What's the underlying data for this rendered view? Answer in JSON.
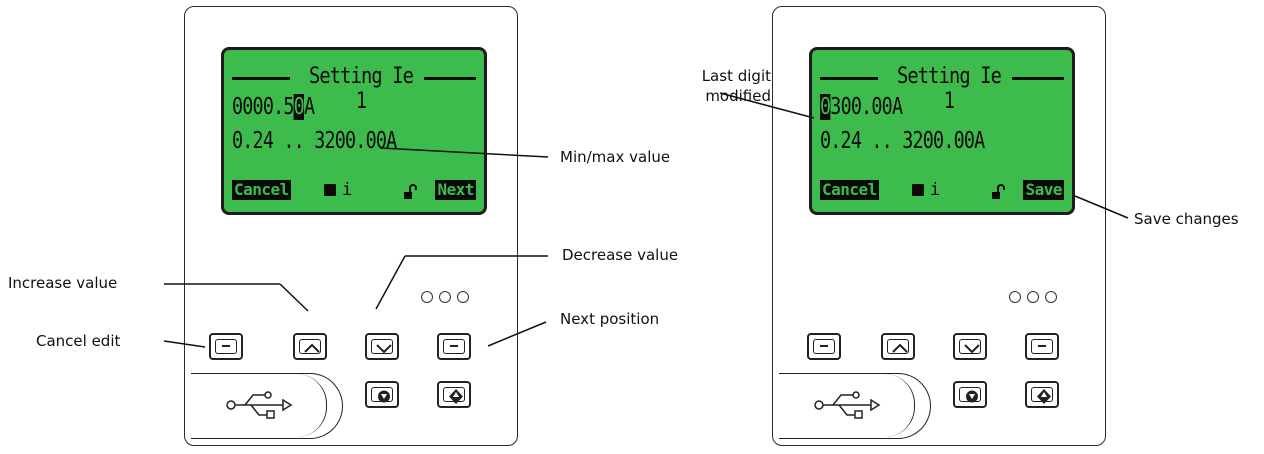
{
  "panels": [
    {
      "screen": {
        "title": "Setting Ie 1",
        "value_before_cursor": "0000.5",
        "cursor_digit": "0",
        "value_after_cursor": "A",
        "range": "0.24 .. 3200.00A",
        "softkey_left": "Cancel",
        "info_symbol": "i",
        "softkey_right": "Next"
      }
    },
    {
      "screen": {
        "title": "Setting Ie 1",
        "value_before_cursor": "",
        "cursor_digit": "0",
        "value_after_cursor": "300.00A",
        "range": "0.24 .. 3200.00A",
        "softkey_left": "Cancel",
        "info_symbol": "i",
        "softkey_right": "Save"
      }
    }
  ],
  "callouts": {
    "min_max": "Min/max value",
    "increase": "Increase value",
    "decrease": "Decrease value",
    "cancel": "Cancel edit",
    "next": "Next position",
    "last_digit_line1": "Last",
    "last_digit_line2": "digit",
    "last_digit_line3": "modified",
    "save": "Save changes"
  },
  "icons": {
    "usb": "usb-icon",
    "lock": "unlocked-padlock-icon",
    "stop": "stop-icon",
    "start": "start-icon"
  },
  "colors": {
    "lcd_green": "#3dbb4c",
    "lcd_ink": "#0b0b0b"
  }
}
